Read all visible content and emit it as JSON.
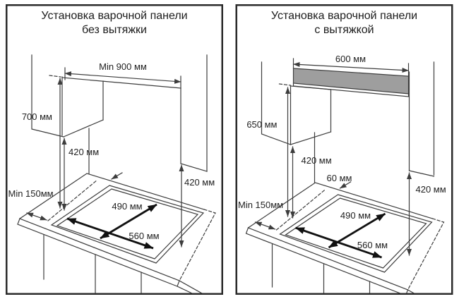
{
  "colors": {
    "background": "#ffffff",
    "line": "#3d3d3d",
    "border": "#2b2b2b",
    "hood_fill": "#9e9e9e",
    "arrow_fill": "#111111",
    "text": "#1c1c1c"
  },
  "panels": {
    "left": {
      "title_line1": "Установка варочной панели",
      "title_line2": "без вытяжки",
      "dims": {
        "top_width": "Min 900 мм",
        "worktop_to_upper_level": "700 мм",
        "worktop_to_cabinet_left": "420 мм",
        "side_clearance": "Min 150мм",
        "worktop_to_cabinet_right": "420 мм",
        "cutout_depth": "490 мм",
        "cutout_width": "560 мм"
      }
    },
    "right": {
      "title_line1": "Установка варочной панели",
      "title_line2": "с вытяжкой",
      "dims": {
        "hood_width": "600 мм",
        "worktop_to_hood": "650 мм",
        "worktop_to_cabinet_left": "420 мм",
        "back_gap": "60 мм",
        "side_clearance": "Min 150мм",
        "worktop_to_cabinet_right": "420 мм",
        "cutout_depth": "490 мм",
        "cutout_width": "560 мм"
      }
    }
  }
}
